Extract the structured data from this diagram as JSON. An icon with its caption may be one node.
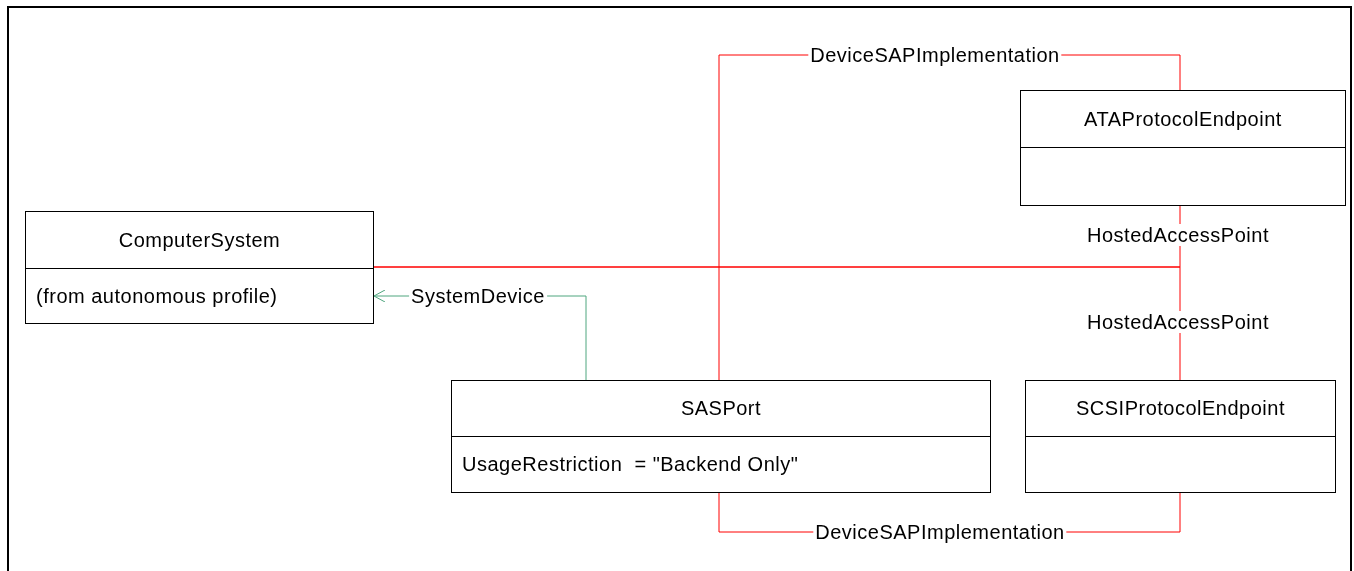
{
  "diagram": {
    "nodes": [
      {
        "text": [
          "ComputerSystem",
          "(from autonomous profile)"
        ]
      },
      {
        "text": [
          "ATAProtocolEndpoint"
        ]
      },
      {
        "text": [
          "SASPort",
          "UsageRestriction  = \"Backend Only\""
        ]
      },
      {
        "text": [
          "SCSIProtocolEndpoint"
        ]
      }
    ],
    "edges": [
      {
        "from": 2,
        "to": 0,
        "arrow": "to",
        "label": "SystemDevice",
        "color": "#4fa67e"
      },
      {
        "from": 2,
        "to": 1,
        "arrow": "none",
        "label": "DeviceSAPImplementation"
      },
      {
        "from": 0,
        "to": 1,
        "arrow": "none",
        "label": "HostedAccessPoint"
      },
      {
        "from": 0,
        "to": 3,
        "arrow": "none",
        "label": "HostedAccessPoint"
      },
      {
        "from": 2,
        "to": 3,
        "arrow": "none",
        "label": "DeviceSAPImplementation"
      }
    ]
  }
}
